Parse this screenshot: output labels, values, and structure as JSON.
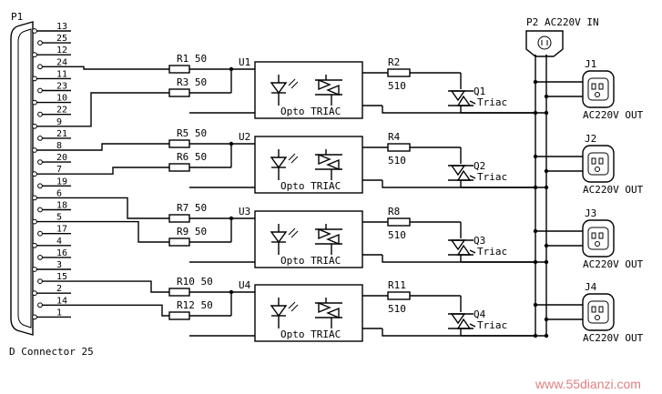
{
  "connector": {
    "designator": "P1",
    "name": "D Connector 25",
    "pins": [
      "13",
      "25",
      "12",
      "24",
      "11",
      "23",
      "10",
      "22",
      "9",
      "21",
      "8",
      "20",
      "7",
      "19",
      "6",
      "18",
      "5",
      "17",
      "4",
      "16",
      "3",
      "15",
      "2",
      "14",
      "1"
    ]
  },
  "ac_in": {
    "designator": "P2",
    "label": "AC220V IN"
  },
  "channels": [
    {
      "u": "U1",
      "ra": "R1",
      "ra_val": "50",
      "rb": "R3",
      "rb_val": "50",
      "rg": "R2",
      "rg_val": "510",
      "q": "Q1",
      "q_type": "Triac",
      "j": "J1",
      "out": "AC220V OUT",
      "opto": "Opto TRIAC"
    },
    {
      "u": "U2",
      "ra": "R5",
      "ra_val": "50",
      "rb": "R6",
      "rb_val": "50",
      "rg": "R4",
      "rg_val": "510",
      "q": "Q2",
      "q_type": "Triac",
      "j": "J2",
      "out": "AC220V OUT",
      "opto": "Opto TRIAC"
    },
    {
      "u": "U3",
      "ra": "R7",
      "ra_val": "50",
      "rb": "R9",
      "rb_val": "50",
      "rg": "R8",
      "rg_val": "510",
      "q": "Q3",
      "q_type": "Triac",
      "j": "J3",
      "out": "AC220V OUT",
      "opto": "Opto TRIAC"
    },
    {
      "u": "U4",
      "ra": "R10",
      "ra_val": "50",
      "rb": "R12",
      "rb_val": "50",
      "rg": "R11",
      "rg_val": "510",
      "q": "Q4",
      "q_type": "Triac",
      "j": "J4",
      "out": "AC220V OUT",
      "opto": "Opto TRIAC"
    }
  ],
  "watermark": "www.55dianzi.com"
}
